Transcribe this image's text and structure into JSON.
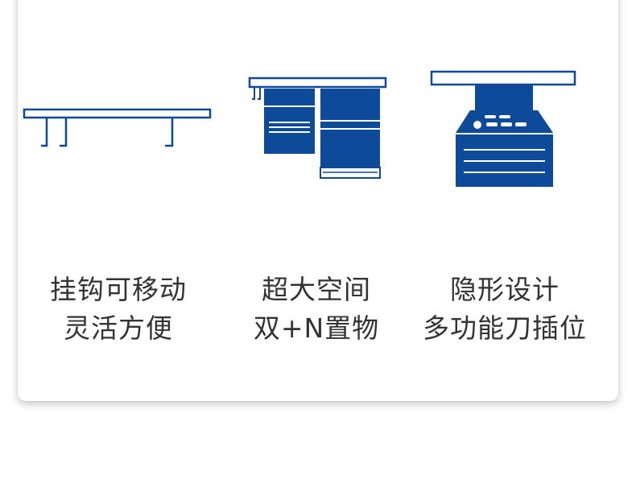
{
  "brand_color": "#0d4a9a",
  "features": [
    {
      "icon": "hanging-hook-bench-icon",
      "line1": "挂钩可移动",
      "line2": "灵活方便"
    },
    {
      "icon": "drawer-cabinet-bench-icon",
      "line1": "超大空间",
      "line2": "双+N置物"
    },
    {
      "icon": "knife-holder-cabinet-icon",
      "line1": "隐形设计",
      "line2": "多功能刀插位"
    }
  ]
}
